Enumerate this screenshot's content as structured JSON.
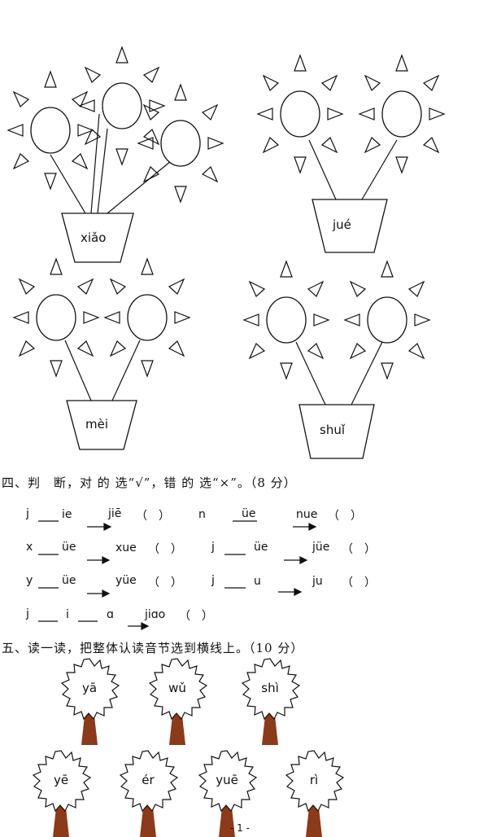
{
  "pots": [
    {
      "label": "xiǎo"
    },
    {
      "label": "jué"
    },
    {
      "label": "mèi"
    },
    {
      "label": "shuǐ"
    }
  ],
  "section4": {
    "title": "四、判　断，对 的 选“√”，错 的 选“×”。（8 分）",
    "rows": [
      {
        "initial": "j",
        "final": "ie",
        "result": "jiē"
      },
      {
        "initial": "n",
        "final": "üe",
        "result": "nue"
      },
      {
        "initial": "x",
        "final": "üe",
        "result": "xue"
      },
      {
        "initial": "j",
        "final": "üe",
        "result": "jüe"
      },
      {
        "initial": "y",
        "final": "üe",
        "result": "yüe"
      },
      {
        "initial": "j",
        "final": "u",
        "result": "ju"
      },
      {
        "initial": "j",
        "medial": "i",
        "final": "ɑ",
        "result": "jiɑo"
      }
    ],
    "paren": "（　）"
  },
  "section5": {
    "title": "五、读一读，把整体认读音节选到横线上。（10 分）",
    "trees": [
      {
        "label": "yā"
      },
      {
        "label": "wǔ"
      },
      {
        "label": "shì"
      },
      {
        "label": "yē"
      },
      {
        "label": "ér"
      },
      {
        "label": "yuē"
      },
      {
        "label": "rì"
      }
    ]
  },
  "footer": {
    "page": "- 1 -"
  },
  "colors": {
    "trunk": "#8b3a1a",
    "ink": "#111111"
  }
}
